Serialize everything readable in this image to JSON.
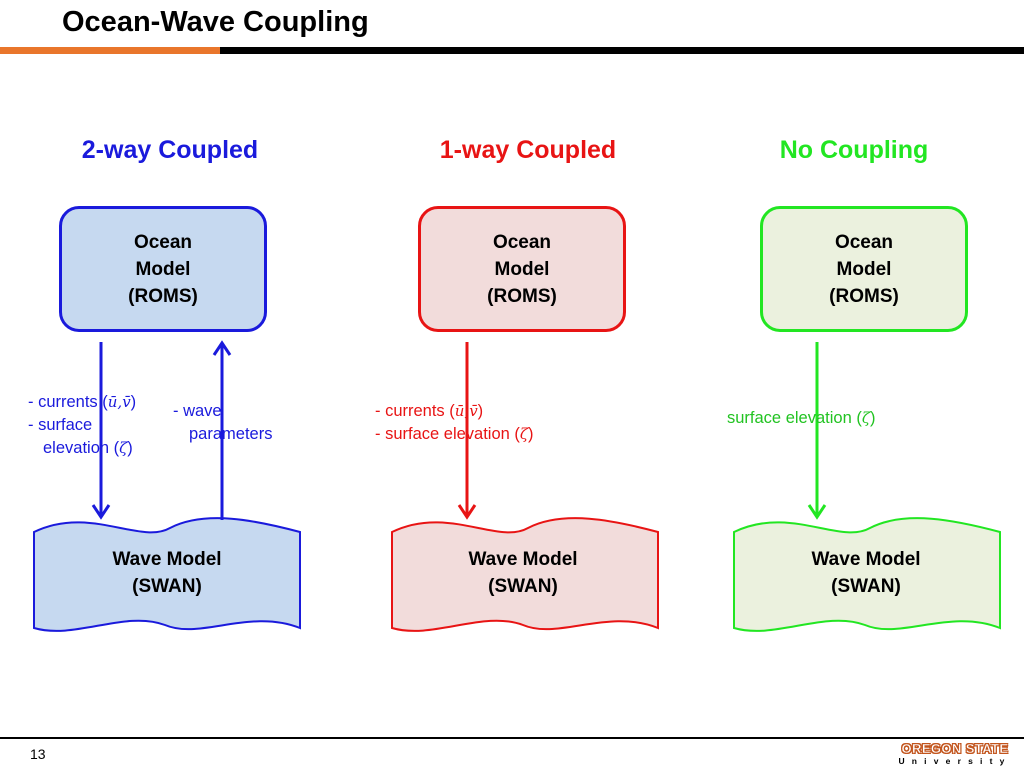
{
  "header": {
    "title": "Ocean-Wave Coupling"
  },
  "colors": {
    "accent": "#e9762b",
    "two_way": "#1a1adc",
    "one_way": "#e81414",
    "none": "#22e622",
    "blue_fill": "#c6d9f0",
    "red_fill": "#f2dcdb",
    "green_fill": "#ebf1de"
  },
  "columns": [
    {
      "heading": "2-way Coupled",
      "ocean": {
        "line1": "Ocean",
        "line2": "Model",
        "line3": "(ROMS)"
      },
      "wave": {
        "line1": "Wave Model",
        "line2": "(SWAN)"
      },
      "down_label": {
        "line1": "- currents (",
        "line1_math": "ū,v̄",
        "line1_end": ")",
        "line2": "- surface",
        "line3": "elevation (",
        "line3_math": "ζ",
        "line3_end": ")"
      },
      "up_label": {
        "line1": "- wave",
        "line2": "parameters"
      }
    },
    {
      "heading": "1-way Coupled",
      "ocean": {
        "line1": "Ocean",
        "line2": "Model",
        "line3": "(ROMS)"
      },
      "wave": {
        "line1": "Wave Model",
        "line2": "(SWAN)"
      },
      "down_label": {
        "line1": "- currents (",
        "line1_math": "ū,v̄",
        "line1_end": ")",
        "line2": "- surface elevation (",
        "line2_math": "ζ",
        "line2_end": ")"
      }
    },
    {
      "heading": "No Coupling",
      "ocean": {
        "line1": "Ocean",
        "line2": "Model",
        "line3": "(ROMS)"
      },
      "wave": {
        "line1": "Wave Model",
        "line2": "(SWAN)"
      },
      "down_label": {
        "line1": "surface elevation (",
        "line1_math": "ζ",
        "line1_end": ")"
      }
    }
  ],
  "footer": {
    "page_number": "13",
    "logo_top": "OREGON STATE",
    "logo_bottom": "University"
  }
}
